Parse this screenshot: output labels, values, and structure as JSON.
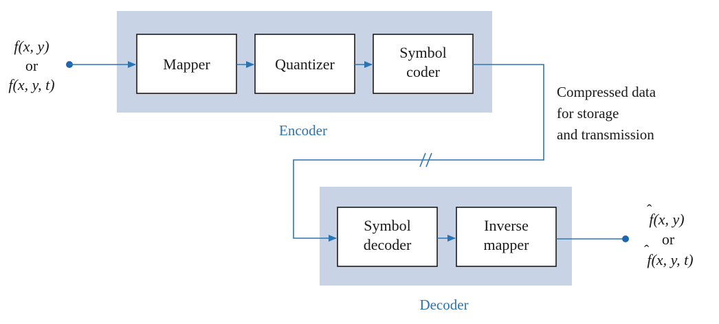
{
  "encoder": {
    "caption": "Encoder",
    "blocks": [
      {
        "lines": [
          "Mapper"
        ]
      },
      {
        "lines": [
          "Quantizer"
        ]
      },
      {
        "lines": [
          "Symbol",
          "coder"
        ]
      }
    ]
  },
  "decoder": {
    "caption": "Decoder",
    "blocks": [
      {
        "lines": [
          "Symbol",
          "decoder"
        ]
      },
      {
        "lines": [
          "Inverse",
          "mapper"
        ]
      }
    ]
  },
  "input": {
    "line1": "f(x, y)",
    "or": "or",
    "line2": "f(x, y, t)"
  },
  "output": {
    "line1": "f(x, y)",
    "or": "or",
    "line2": "f(x, y, t)"
  },
  "channel_label": [
    "Compressed data",
    "for storage",
    "and transmission"
  ],
  "colors": {
    "panel": "#c8d3e6",
    "flow": "#2a74b3",
    "caption": "#2a74b3"
  }
}
